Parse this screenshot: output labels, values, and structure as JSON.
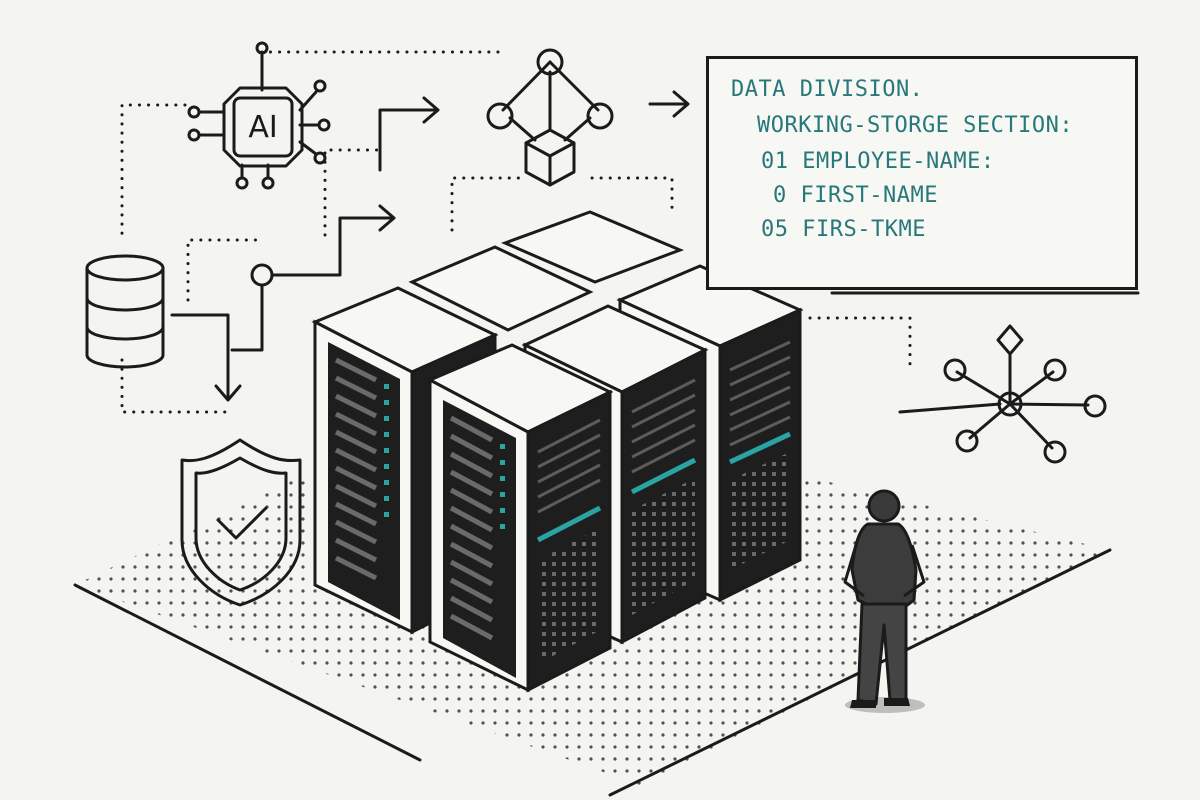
{
  "code": {
    "lines": [
      "DATA DIVISION.",
      "WORKING-STORGE SECTION:",
      "01 EMPLOYEE-NAME:",
      "0 FIRST-NAME",
      "05 FIRS-TKME"
    ]
  },
  "chip": {
    "label": "AI"
  },
  "colors": {
    "ink": "#1b1b1b",
    "accent": "#2aa3a3",
    "code_text": "#27787a",
    "background": "#f4f4f1"
  },
  "icons": [
    "ai-chip-icon",
    "database-icon",
    "hierarchy-cube-icon",
    "network-node-icon",
    "shield-check-icon",
    "server-rack-icon",
    "person-figure"
  ]
}
